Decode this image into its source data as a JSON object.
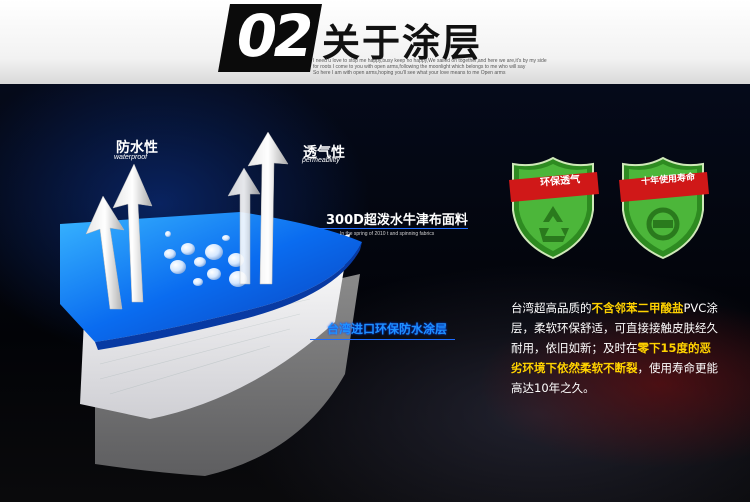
{
  "header": {
    "section_number": "02",
    "section_title": "关于涂层",
    "tagline_1": "I need u love to stop me happy,busy keep no happy,We sailed on together,and here we are,it's by my side",
    "tagline_2": "for roots I come to you with open arms,following the moonlight which belongs to me who will say",
    "tagline_3": "So here I am with open arms,hoping you'll see what your love means to me Open arms"
  },
  "diagram": {
    "waterproof_cn": "防水性",
    "waterproof_en": "waterproof",
    "breathable_cn": "透气性",
    "breathable_en": "permeability",
    "fabric_label": "300D超泼水牛津布面料",
    "fabric_sub": "In the spring of 2010 t and spinning fabrics",
    "coating_label": "台湾进口环保防水涂层"
  },
  "badges": [
    {
      "label": "环保透气",
      "icon": "recycle-icon"
    },
    {
      "label": "十年使用寿命",
      "icon": "refresh-icon"
    }
  ],
  "description": {
    "part1": "台湾超高品质的",
    "hl1": "不含邻苯二甲酸盐",
    "part2": "PVC涂层，柔软环保舒适，可直接接触皮肤经久耐用，依旧如新；及时在",
    "hl2": "零下15度的恶劣环境下依然柔软不断裂",
    "part3": "，使用寿命更能高达10年之久。"
  },
  "colors": {
    "accent_blue": "#1e6cff",
    "badge_green": "#3aa52a",
    "badge_red": "#d01818",
    "highlight": "#ffd200"
  }
}
